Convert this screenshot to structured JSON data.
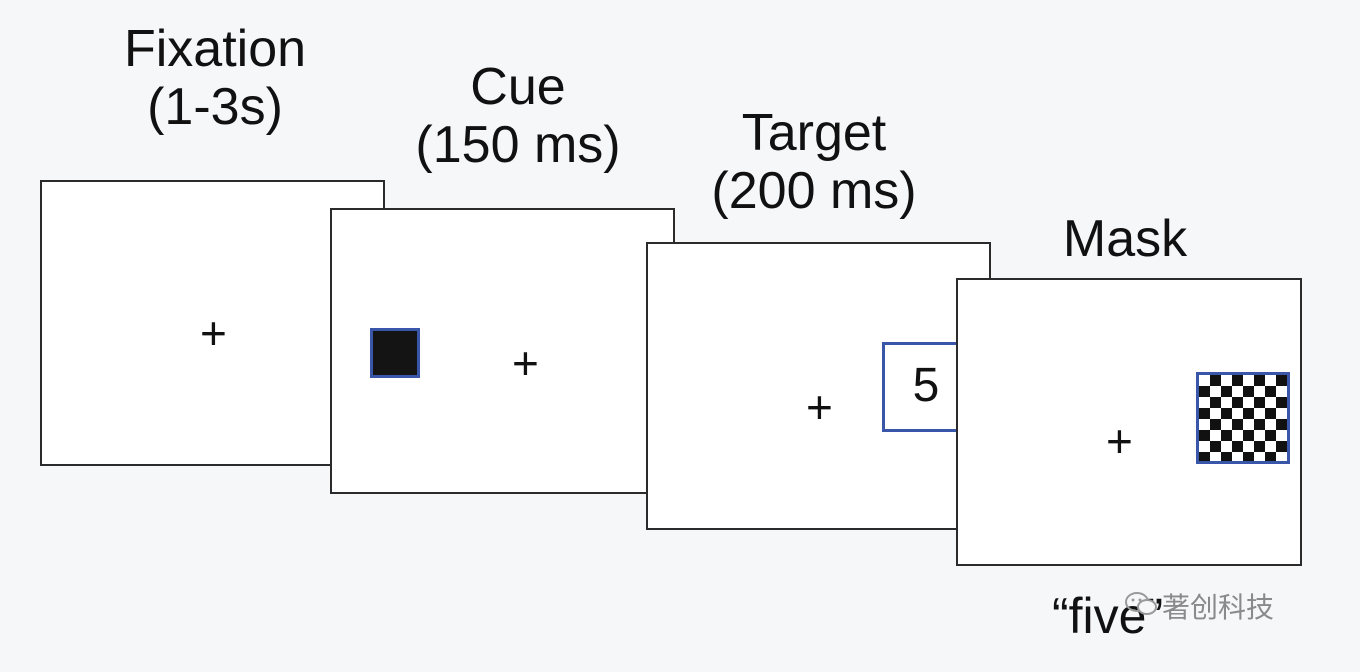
{
  "stages": [
    {
      "name": "Fixation",
      "duration": "(1-3s)",
      "fixation": "+"
    },
    {
      "name": "Cue",
      "duration": "(150 ms)",
      "fixation": "+"
    },
    {
      "name": "Target",
      "duration": "(200 ms)",
      "fixation": "+",
      "stimulus": "5"
    },
    {
      "name": "Mask",
      "fixation": "+"
    }
  ],
  "response": "“five”",
  "watermark": "著创科技",
  "colors": {
    "background": "#f6f7f9",
    "frame_border": "#2b2b2b",
    "accent_blue": "#3a56a8",
    "cue_fill": "#141414"
  }
}
